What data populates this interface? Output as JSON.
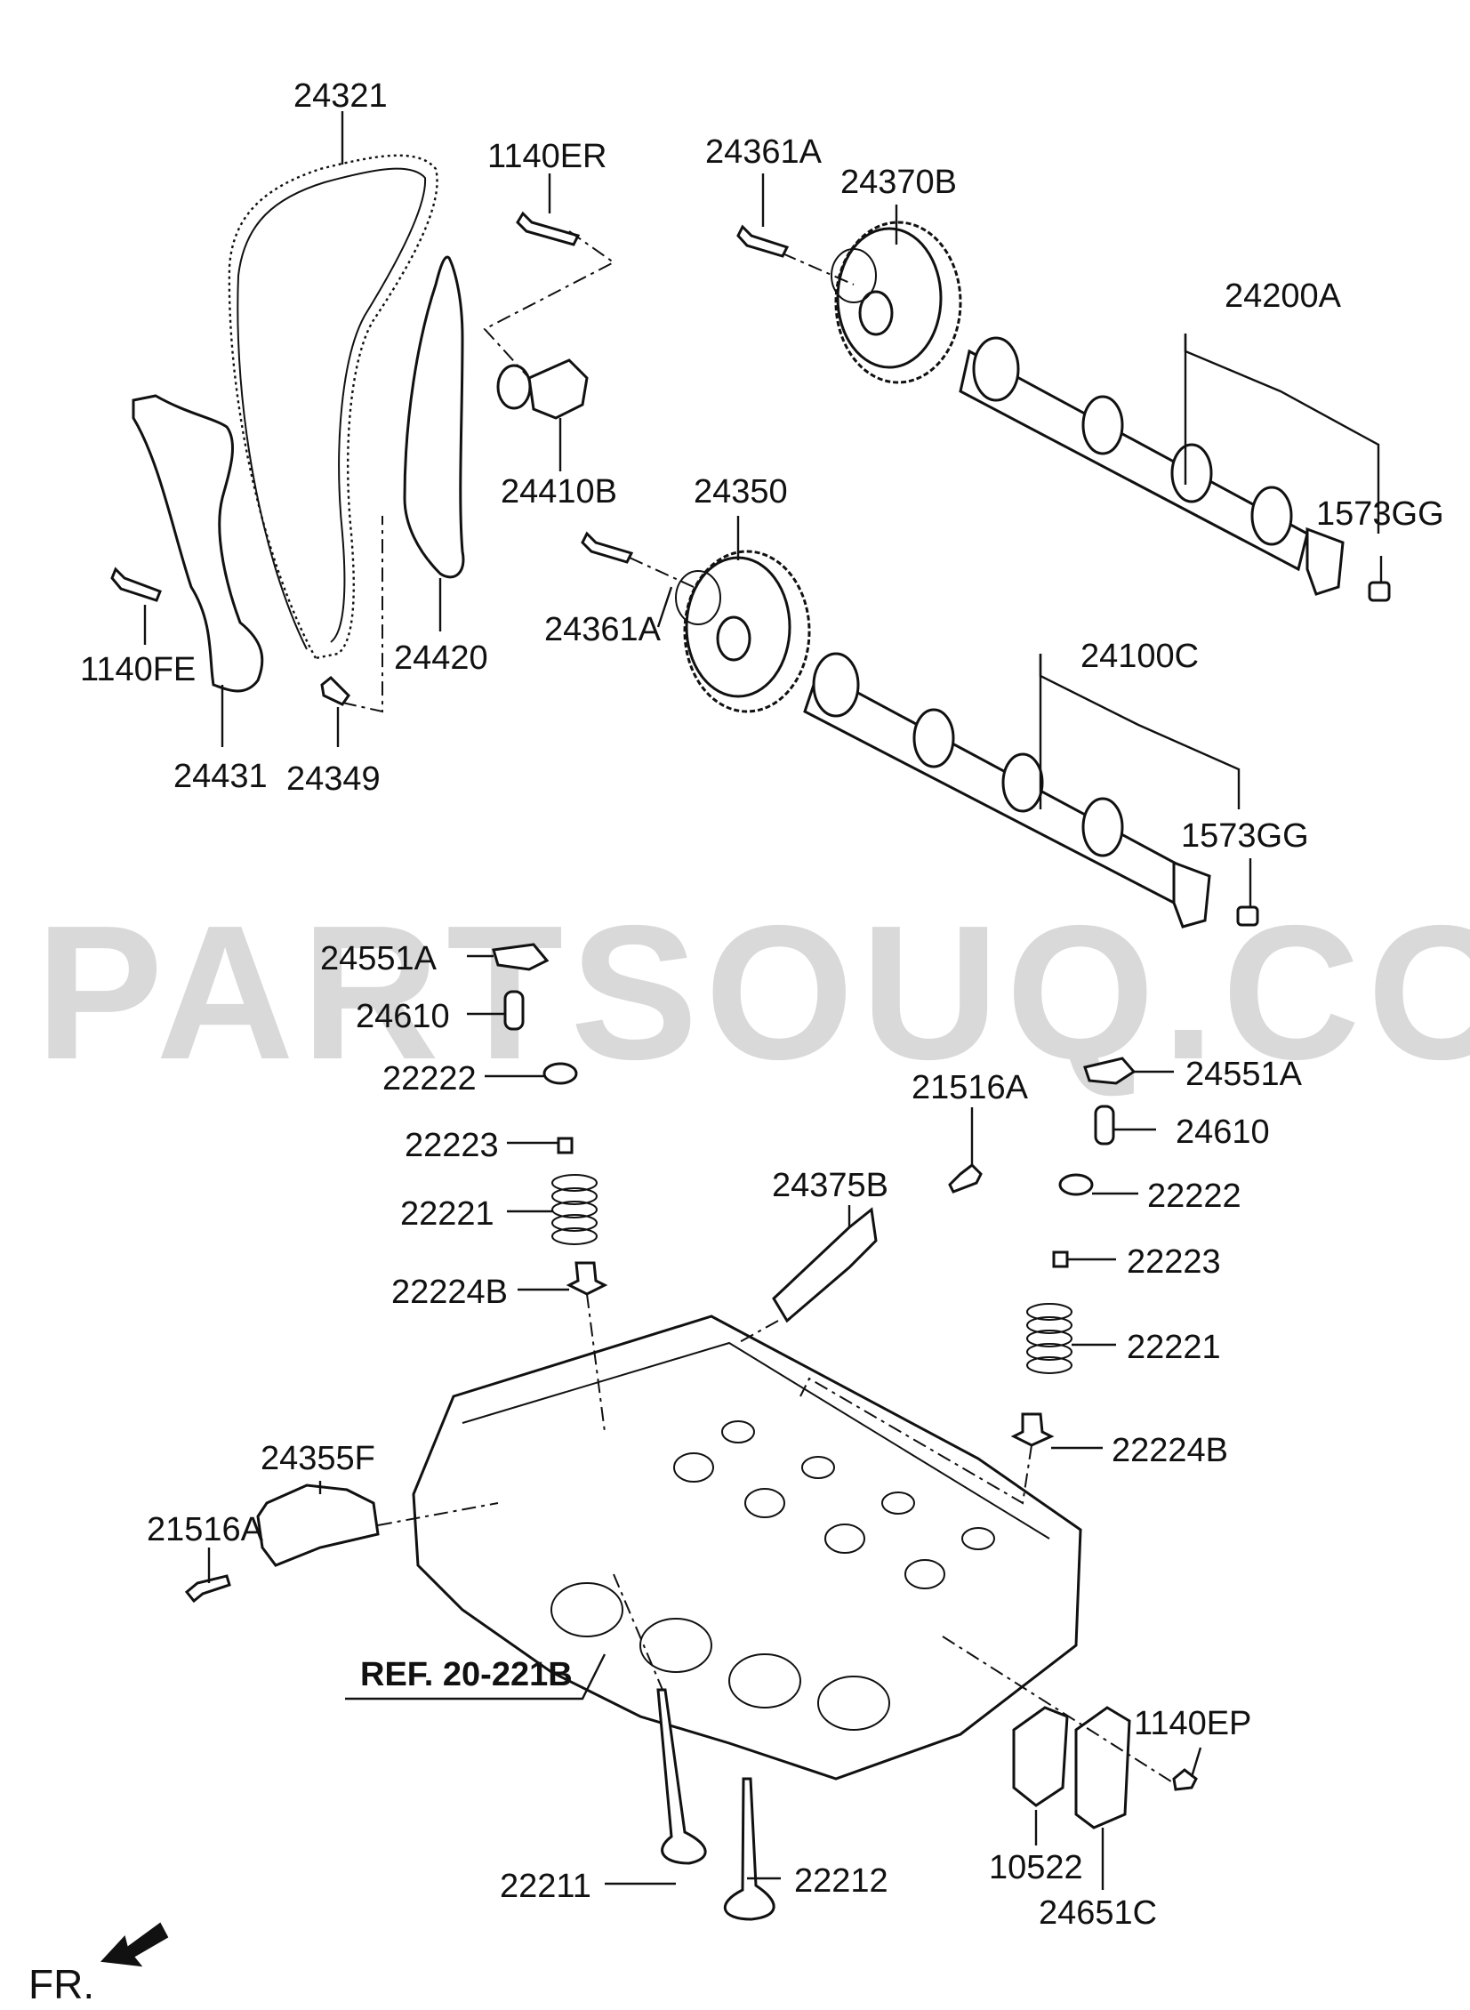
{
  "watermark": "PARTSOUQ.COM",
  "front_marker": "FR.",
  "reference": "REF. 20-221B",
  "labels": {
    "p24321": "24321",
    "p1140ER": "1140ER",
    "p24361A_top": "24361A",
    "p24370B": "24370B",
    "p24200A": "24200A",
    "p24410B": "24410B",
    "p24350": "24350",
    "p1573GG_top": "1573GG",
    "p24361A_mid": "24361A",
    "p24420": "24420",
    "p1140FE": "1140FE",
    "p24100C": "24100C",
    "p24431": "24431",
    "p24349": "24349",
    "p1573GG_mid": "1573GG",
    "p24551A_left": "24551A",
    "p24610_left": "24610",
    "p22222_left": "22222",
    "p21516A_right": "21516A",
    "p24551A_right": "24551A",
    "p22223_left": "22223",
    "p24610_right": "24610",
    "p24375B": "24375B",
    "p22221_left": "22221",
    "p22222_right": "22222",
    "p22224B_left": "22224B",
    "p22223_right": "22223",
    "p22221_right": "22221",
    "p24355F": "24355F",
    "p22224B_right": "22224B",
    "p21516A_left": "21516A",
    "p1140EP": "1140EP",
    "p22211": "22211",
    "p10522": "10522",
    "p22212": "22212",
    "p24651C": "24651C"
  },
  "icons": [
    "front-direction-arrow-icon"
  ]
}
